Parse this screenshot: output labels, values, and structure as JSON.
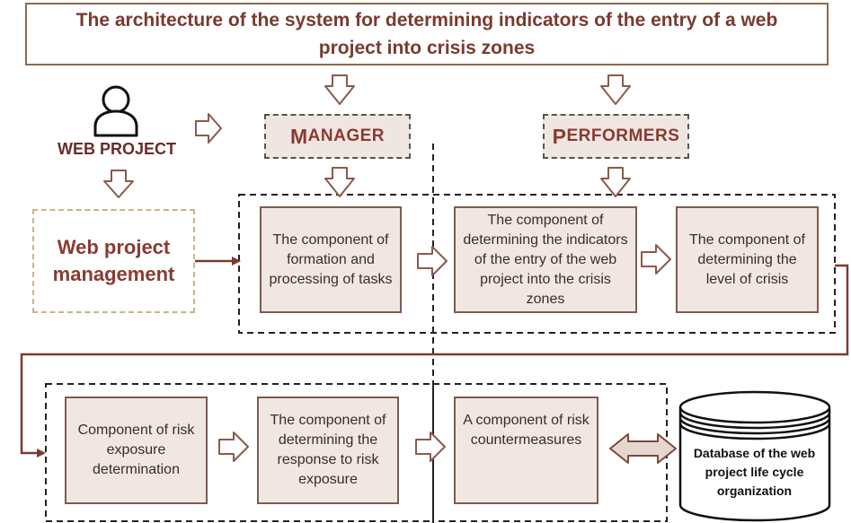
{
  "title": "The architecture of the system for determining indicators of the entry of a web project into crisis zones",
  "actor": {
    "label": "WEB PROJECT",
    "icon": "user-icon"
  },
  "manager": {
    "label_first": "M",
    "label_rest": "ANAGER"
  },
  "performers": {
    "label_first": "P",
    "label_rest": "ERFORMERS"
  },
  "web_project_management": "Web project management",
  "components": {
    "formation": "The component of formation and processing of tasks",
    "indicators": "The component of determining the indicators of the entry of the web project into the crisis zones",
    "crisis_level": "The component of determining the level of crisis",
    "risk_exposure": "Component of risk exposure determination",
    "risk_response": "The component of determining the response to risk exposure",
    "countermeasures": "A component of risk countermeasures"
  },
  "database": {
    "label": "Database of the web project life cycle organization",
    "icon": "database-icon"
  },
  "colors": {
    "title_text": "#7a3a2e",
    "box_fill": "#f1e7e2",
    "box_border": "#7e5b50",
    "arrow": "#8a5a4c",
    "connector": "#7a3a32",
    "dashed": "#222222"
  }
}
